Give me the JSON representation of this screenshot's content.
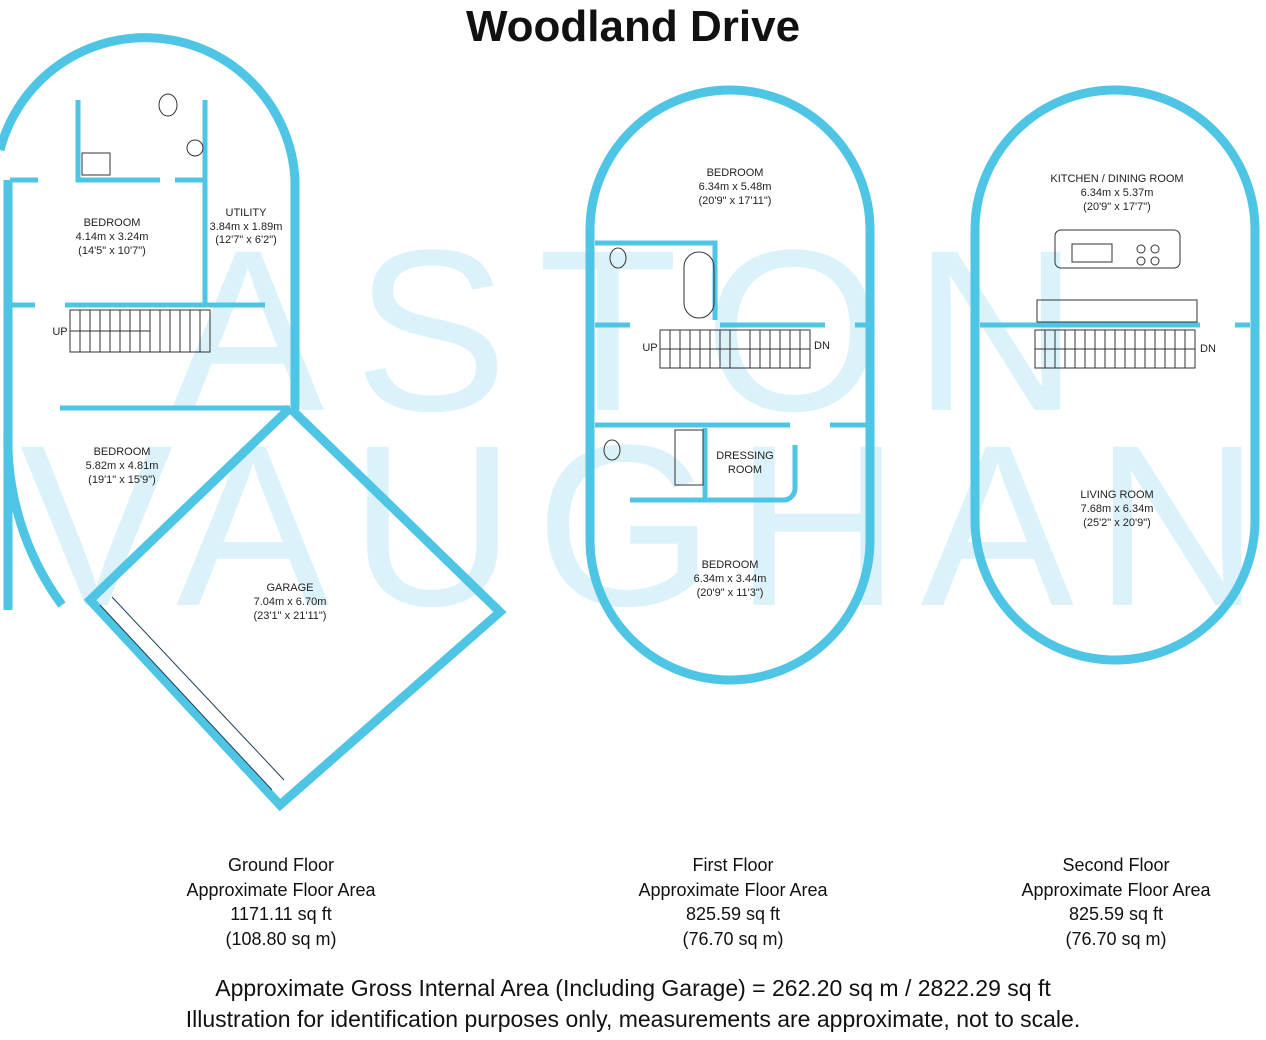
{
  "title": "Woodland Drive",
  "watermark": {
    "line1": "ASTON",
    "line2": "VAUGHAN"
  },
  "colors": {
    "wall": "#4fc5e6",
    "wall_stroke": "#1f3f57",
    "watermark": "#bfe9f7"
  },
  "ground_floor": {
    "rooms": {
      "bedroom_a": {
        "name": "BEDROOM",
        "size": "4.14m x 3.24m",
        "imperial": "(14'5\" x 10'7\")"
      },
      "utility": {
        "name": "UTILITY",
        "size": "3.84m x 1.89m",
        "imperial": "(12'7\" x 6'2\")"
      },
      "bedroom_b": {
        "name": "BEDROOM",
        "size": "5.82m x 4.81m",
        "imperial": "(19'1\" x 15'9\")"
      },
      "garage": {
        "name": "GARAGE",
        "size": "7.04m x 6.70m",
        "imperial": "(23'1\" x 21'11\")"
      }
    },
    "stair_label": "UP",
    "area": {
      "name": "Ground Floor",
      "label": "Approximate Floor Area",
      "sqft": "1171.11 sq ft",
      "sqm": "(108.80 sq m)"
    }
  },
  "first_floor": {
    "rooms": {
      "bedroom_top": {
        "name": "BEDROOM",
        "size": "6.34m x 5.48m",
        "imperial": "(20'9\" x 17'11\")"
      },
      "dressing": {
        "name": "DRESSING",
        "name2": "ROOM"
      },
      "bedroom_bottom": {
        "name": "BEDROOM",
        "size": "6.34m x 3.44m",
        "imperial": "(20'9\" x 11'3\")"
      }
    },
    "stair_up": "UP",
    "stair_down": "DN",
    "area": {
      "name": "First Floor",
      "label": "Approximate Floor Area",
      "sqft": "825.59 sq ft",
      "sqm": "(76.70 sq m)"
    }
  },
  "second_floor": {
    "rooms": {
      "kitchen": {
        "name": "KITCHEN / DINING ROOM",
        "size": "6.34m x 5.37m",
        "imperial": "(20'9\" x 17'7\")"
      },
      "living": {
        "name": "LIVING ROOM",
        "size": "7.68m x 6.34m",
        "imperial": "(25'2\" x 20'9\")"
      }
    },
    "stair_down": "DN",
    "area": {
      "name": "Second Floor",
      "label": "Approximate Floor Area",
      "sqft": "825.59 sq ft",
      "sqm": "(76.70 sq m)"
    }
  },
  "footer": {
    "gross": "Approximate Gross Internal Area (Including Garage) = 262.20 sq m / 2822.29 sq ft",
    "disclaimer": "Illustration for identification purposes only, measurements are approximate, not to scale."
  }
}
